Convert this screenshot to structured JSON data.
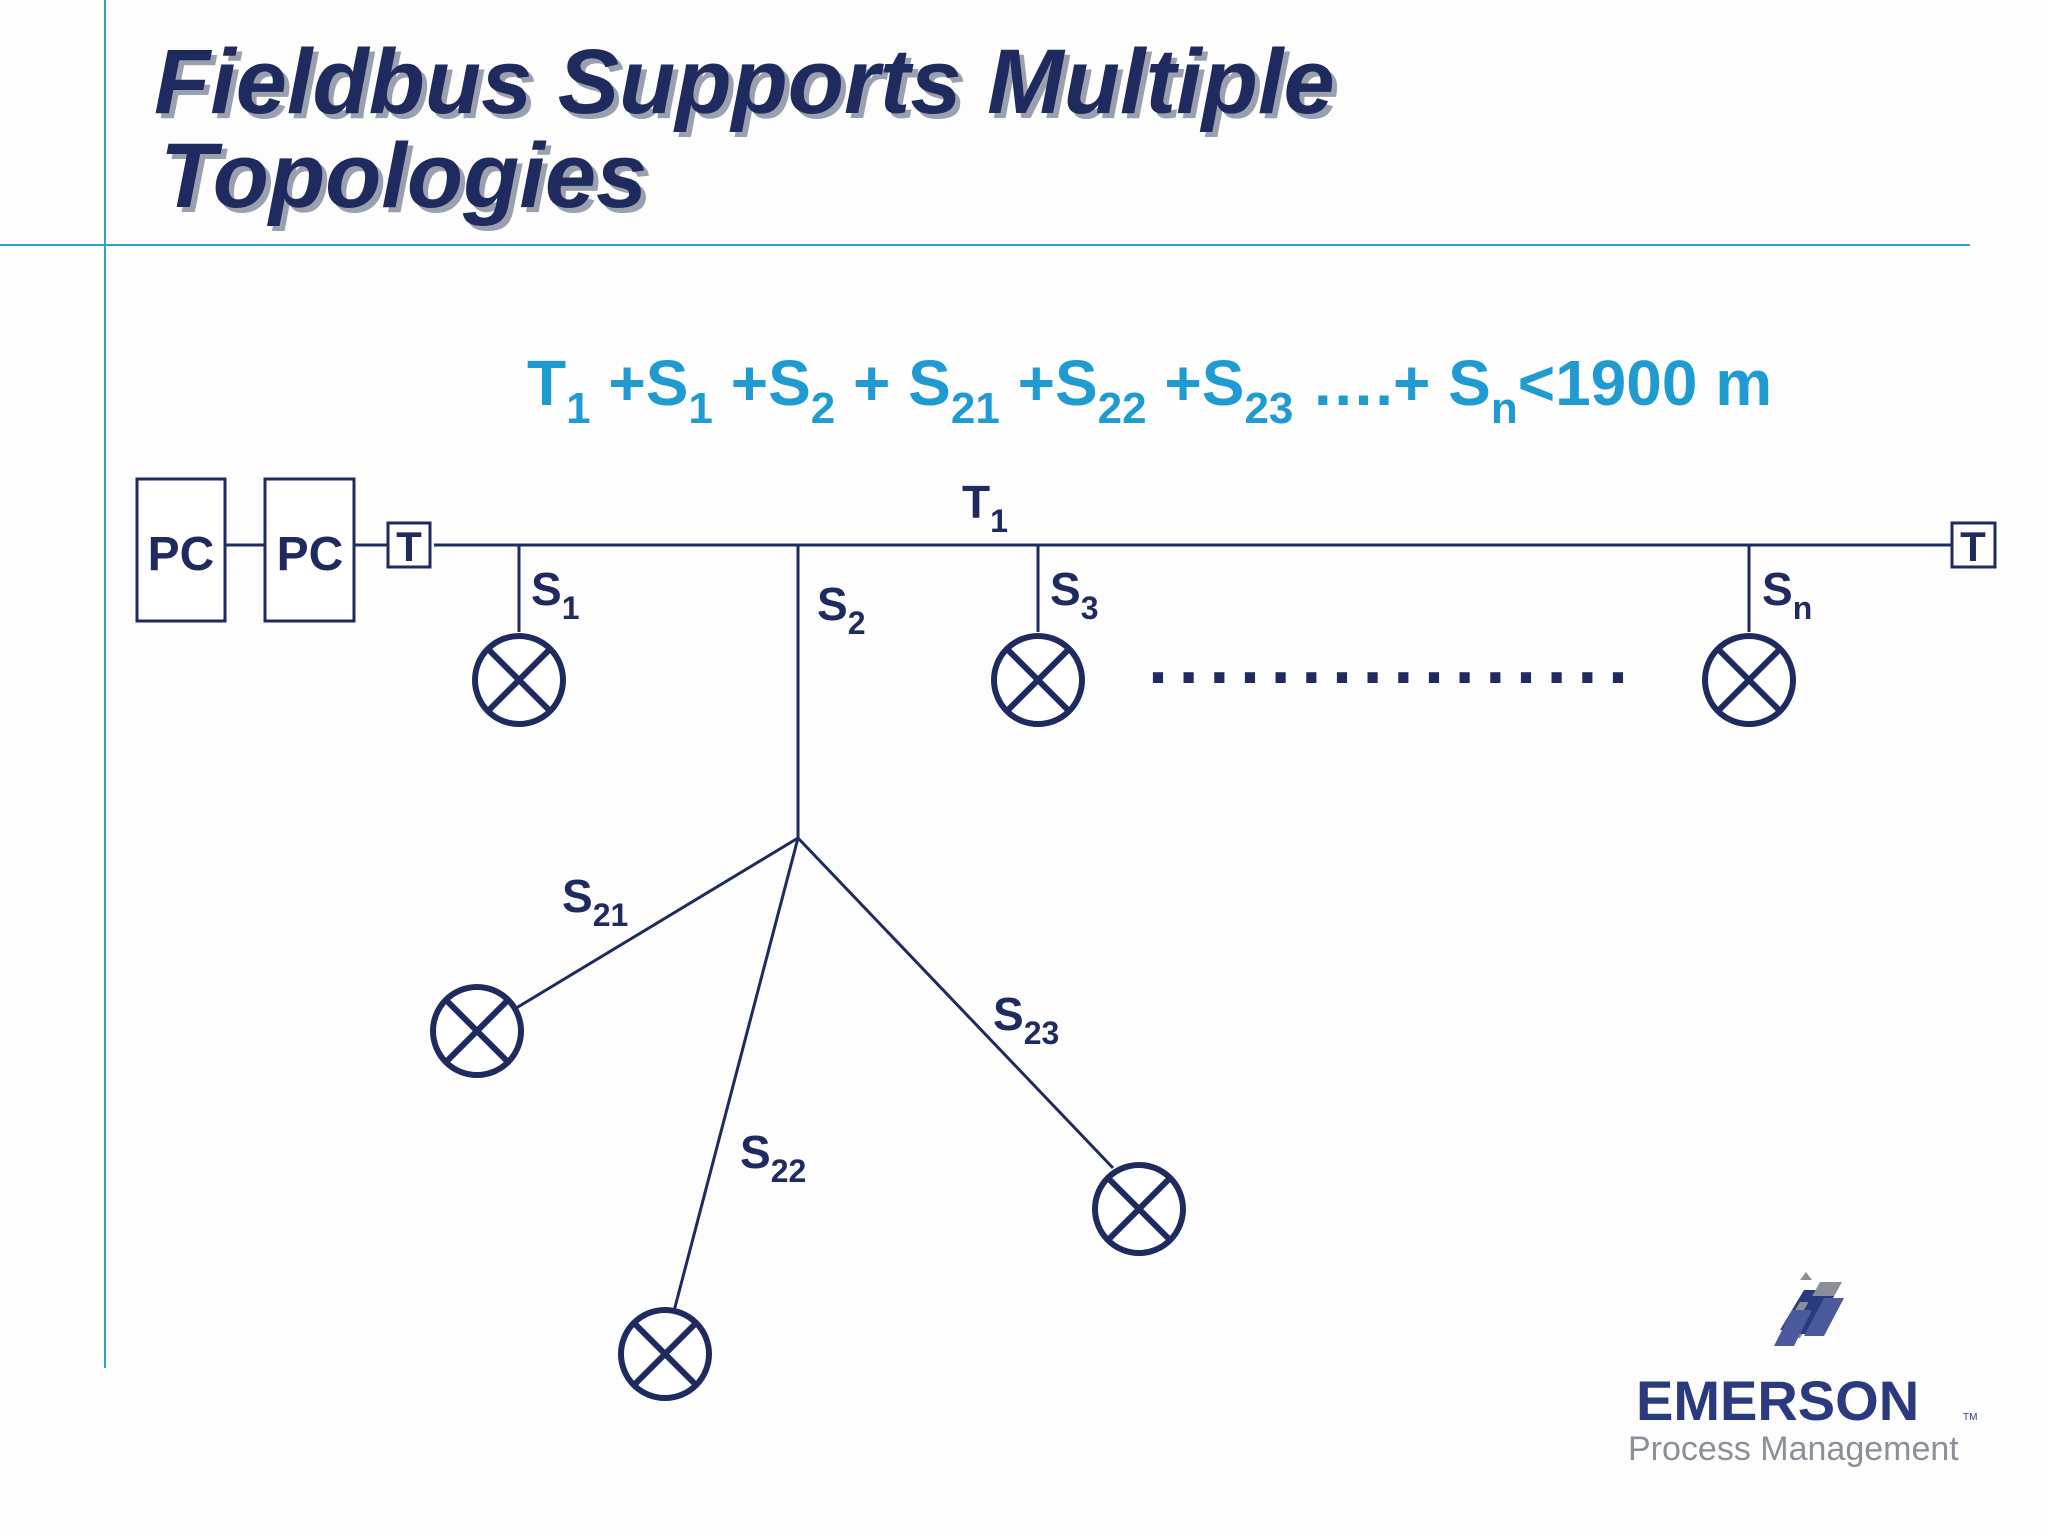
{
  "title": {
    "line1": "Fieldbus Supports Multiple",
    "line2": "Topologies"
  },
  "formula": {
    "t1_base": "T",
    "t1_sub": "1",
    "s1_lead": " +S",
    "s1_sub": "1",
    "s2_lead": " +S",
    "s2_sub": "2",
    "s21_lead": " + S",
    "s21_sub": "21",
    "s22_lead": " +S",
    "s22_sub": "22",
    "s23_lead": " +S",
    "s23_sub": "23",
    "sn_lead": " ….+ S",
    "sn_sub": "n",
    "tail": "<1900 m"
  },
  "nodes": {
    "pc1": "PC",
    "pc2": "PC",
    "term_left": "T",
    "term_right": "T"
  },
  "labels": {
    "trunk": {
      "base": "T",
      "sub": "1"
    },
    "s1": {
      "base": "S",
      "sub": "1"
    },
    "s2": {
      "base": "S",
      "sub": "2"
    },
    "s3": {
      "base": "S",
      "sub": "3"
    },
    "sn": {
      "base": "S",
      "sub": "n"
    },
    "s21": {
      "base": "S",
      "sub": "21"
    },
    "s22": {
      "base": "S",
      "sub": "22"
    },
    "s23": {
      "base": "S",
      "sub": "23"
    }
  },
  "ellipsis": "................",
  "logo": {
    "name": "EMERSON",
    "tm": "TM",
    "subtitle": "Process Management"
  },
  "colors": {
    "navy": "#1f2a5e",
    "accent_blue": "#1f9bd1",
    "rule_teal": "#2aa3c7",
    "logo_gray": "#8a8f99"
  },
  "icons": {
    "device": "circle-x-icon",
    "logo": "emerson-logo-icon"
  }
}
